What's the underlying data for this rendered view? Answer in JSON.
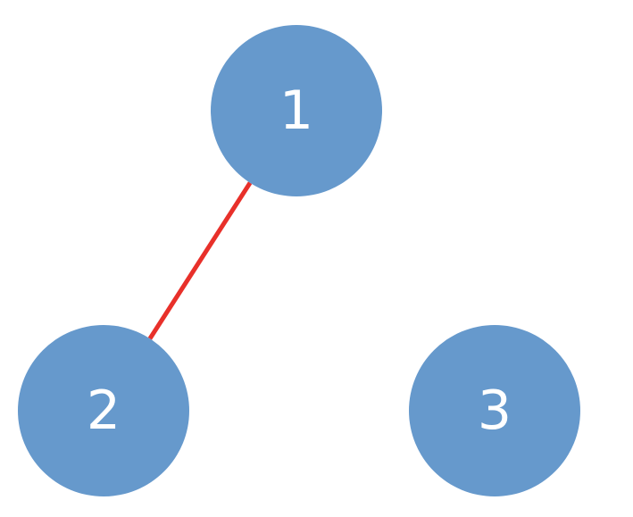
{
  "diagram": {
    "type": "graph",
    "node_color": "#6699CC",
    "edge_color": "#E8302A",
    "label_color": "#FFFFFF",
    "nodes": [
      {
        "id": "1",
        "label": "1"
      },
      {
        "id": "2",
        "label": "2"
      },
      {
        "id": "3",
        "label": "3"
      }
    ],
    "edges": [
      {
        "from": "1",
        "to": "2"
      }
    ]
  }
}
